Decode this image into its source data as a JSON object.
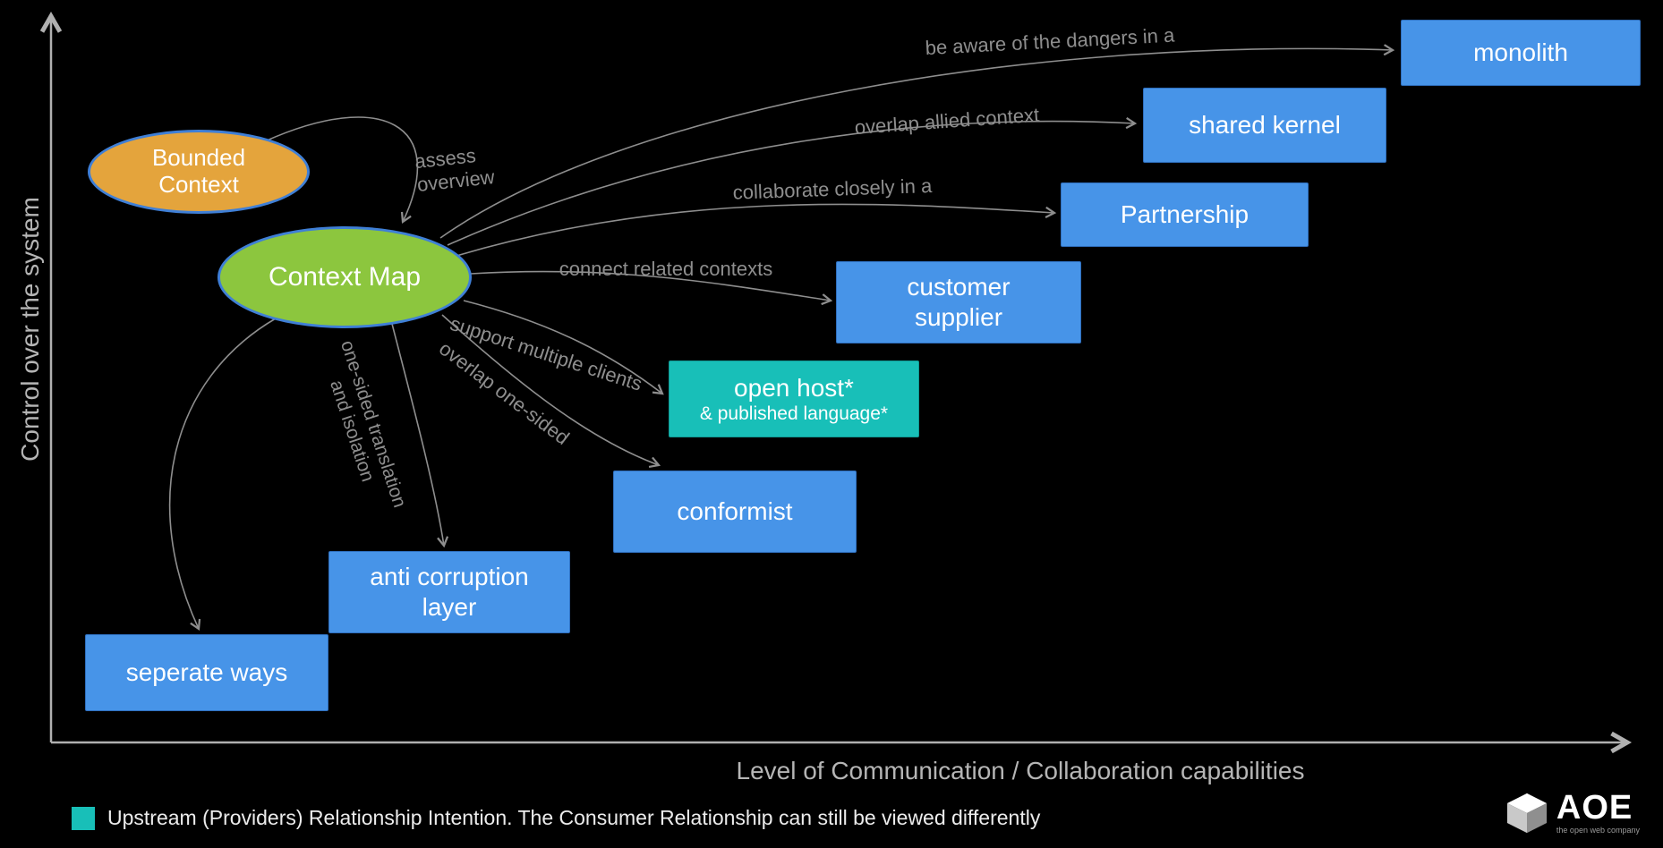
{
  "canvas": {
    "background": "#000000"
  },
  "axes": {
    "y_label": "Control over the system",
    "x_label": "Level of Communication / Collaboration capabilities"
  },
  "nodes": {
    "bounded_context": {
      "line1": "Bounded",
      "line2": "Context",
      "fill": "#E4A43C"
    },
    "context_map": {
      "label": "Context Map",
      "fill": "#8CC63E"
    },
    "monolith": {
      "label": "monolith"
    },
    "shared_kernel": {
      "label": "shared kernel"
    },
    "partnership": {
      "label": "Partnership"
    },
    "customer_supplier": {
      "line1": "customer",
      "line2": "supplier"
    },
    "open_host": {
      "line1": "open host*",
      "line2": "& published language*",
      "fill": "#18BFB8"
    },
    "conformist": {
      "label": "conformist"
    },
    "anti_corruption_layer": {
      "line1": "anti corruption",
      "line2": "layer"
    },
    "seperate_ways": {
      "label": "seperate ways"
    }
  },
  "edge_labels": {
    "assess": {
      "line1": "assess",
      "line2": "overview"
    },
    "monolith": "be aware of the dangers in a",
    "shared_kernel": "overlap allied context",
    "partnership": "collaborate closely in a",
    "customer_supplier": "connect related contexts",
    "open_host": "support multiple clients",
    "conformist": "overlap one-sided",
    "anti_corruption": {
      "line1": "one-sided translation",
      "line2": "and isolation"
    }
  },
  "legend": {
    "swatch_color": "#18BFB8",
    "text": "Upstream (Providers) Relationship Intention. The Consumer Relationship can still be viewed differently"
  },
  "logo": {
    "text": "AOE",
    "tagline": "the open web company"
  },
  "colors": {
    "box_blue": "#4794E8",
    "teal": "#18BFB8",
    "orange": "#E4A43C",
    "green": "#8CC63E",
    "arrow_gray": "#8e8e8e",
    "axis_gray": "#b0b0b0"
  }
}
